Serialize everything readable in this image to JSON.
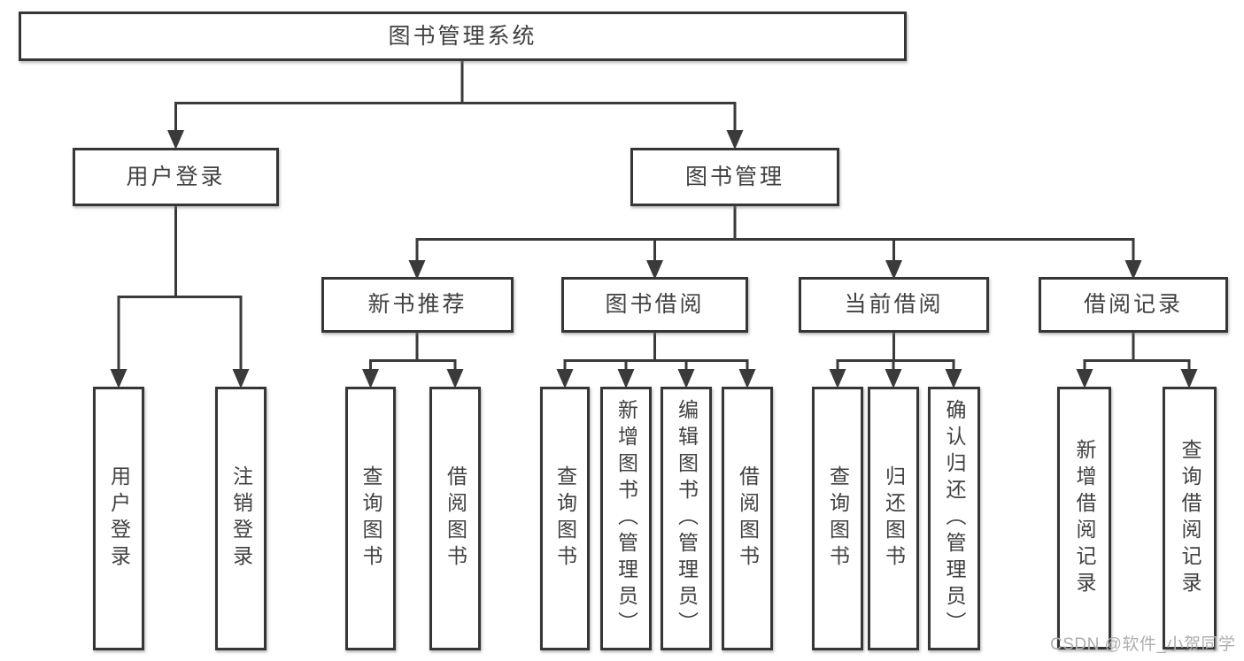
{
  "colors": {
    "line": "#3a3a3a",
    "border": "#363636",
    "text": "#414141",
    "box_fill": "#ffffff",
    "watermark": "#aeaeae",
    "background": "#ffffff"
  },
  "watermark": {
    "text": "CSDN @软件_小贺同学"
  },
  "tree": {
    "root": {
      "label": "图书管理系统"
    },
    "branches": [
      {
        "label": "用户登录",
        "children": [
          {
            "label": "用户登录"
          },
          {
            "label": "注销登录"
          }
        ]
      },
      {
        "label": "图书管理",
        "children": [
          {
            "label": "新书推荐",
            "children": [
              {
                "label": "查询图书"
              },
              {
                "label": "借阅图书"
              }
            ]
          },
          {
            "label": "图书借阅",
            "children": [
              {
                "label": "查询图书"
              },
              {
                "label": "新增图书（管理员）"
              },
              {
                "label": "编辑图书（管理员）"
              },
              {
                "label": "借阅图书"
              }
            ]
          },
          {
            "label": "当前借阅",
            "children": [
              {
                "label": "查询图书"
              },
              {
                "label": "归还图书"
              },
              {
                "label": "确认归还（管理员）"
              }
            ]
          },
          {
            "label": "借阅记录",
            "children": [
              {
                "label": "新增借阅记录"
              },
              {
                "label": "查询借阅记录"
              }
            ]
          }
        ]
      }
    ]
  }
}
